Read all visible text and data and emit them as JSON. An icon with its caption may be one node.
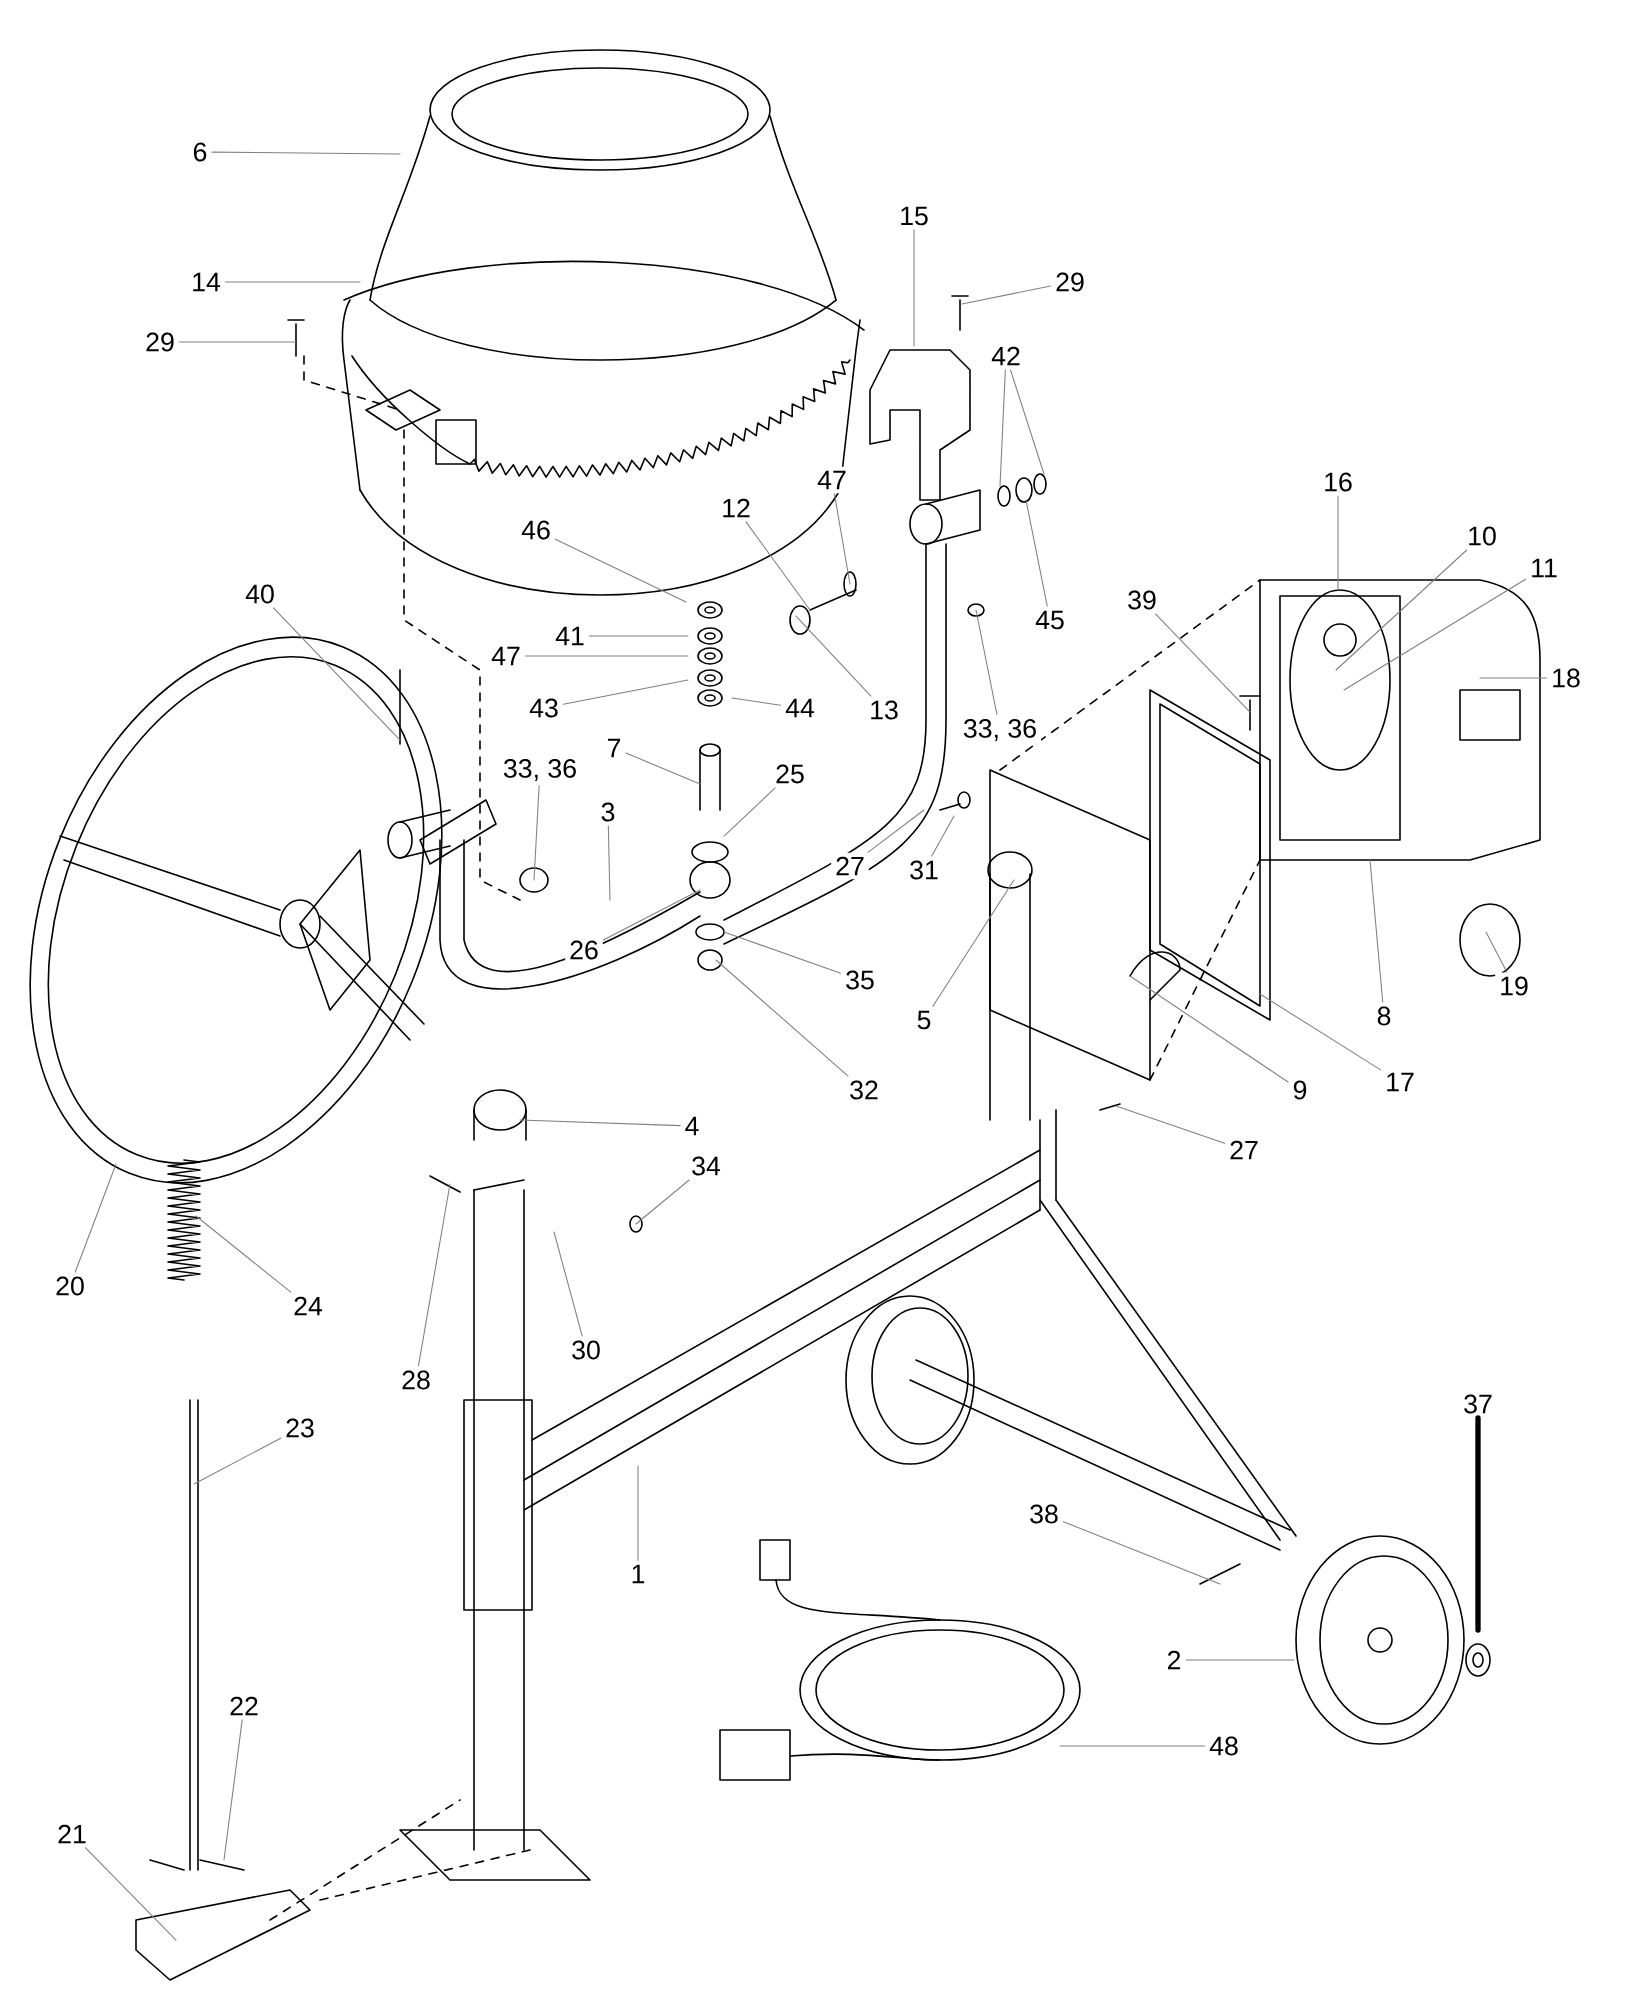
{
  "diagram": {
    "nodes": [
      {
        "text": [
          "6"
        ]
      },
      {
        "text": [
          "14"
        ]
      },
      {
        "text": [
          "29"
        ]
      },
      {
        "text": [
          "15"
        ]
      },
      {
        "text": [
          "29"
        ]
      },
      {
        "text": [
          "42"
        ]
      },
      {
        "text": [
          "45"
        ]
      },
      {
        "text": [
          "46"
        ]
      },
      {
        "text": [
          "41"
        ]
      },
      {
        "text": [
          "47"
        ]
      },
      {
        "text": [
          "43"
        ]
      },
      {
        "text": [
          "44"
        ]
      },
      {
        "text": [
          "12"
        ]
      },
      {
        "text": [
          "47"
        ]
      },
      {
        "text": [
          "13"
        ]
      },
      {
        "text": [
          "33, 36"
        ]
      },
      {
        "text": [
          "40"
        ]
      },
      {
        "text": [
          "33, 36"
        ]
      },
      {
        "text": [
          "7"
        ]
      },
      {
        "text": [
          "25"
        ]
      },
      {
        "text": [
          "3"
        ]
      },
      {
        "text": [
          "26"
        ]
      },
      {
        "text": [
          "35"
        ]
      },
      {
        "text": [
          "32"
        ]
      },
      {
        "text": [
          "16"
        ]
      },
      {
        "text": [
          "10"
        ]
      },
      {
        "text": [
          "11"
        ]
      },
      {
        "text": [
          "18"
        ]
      },
      {
        "text": [
          "39"
        ]
      },
      {
        "text": [
          "27"
        ]
      },
      {
        "text": [
          "31"
        ]
      },
      {
        "text": [
          "5"
        ]
      },
      {
        "text": [
          "8"
        ]
      },
      {
        "text": [
          "19"
        ]
      },
      {
        "text": [
          "9"
        ]
      },
      {
        "text": [
          "17"
        ]
      },
      {
        "text": [
          "27"
        ]
      },
      {
        "text": [
          "20"
        ]
      },
      {
        "text": [
          "4"
        ]
      },
      {
        "text": [
          "34"
        ]
      },
      {
        "text": [
          "28"
        ]
      },
      {
        "text": [
          "30"
        ]
      },
      {
        "text": [
          "24"
        ]
      },
      {
        "text": [
          "23"
        ]
      },
      {
        "text": [
          "1"
        ]
      },
      {
        "text": [
          "37"
        ]
      },
      {
        "text": [
          "38"
        ]
      },
      {
        "text": [
          "2"
        ]
      },
      {
        "text": [
          "48"
        ]
      },
      {
        "text": [
          "22"
        ]
      },
      {
        "text": [
          "21"
        ]
      }
    ],
    "edges": [
      {
        "from": 0,
        "to": null,
        "arrow": "none"
      },
      {
        "from": 1,
        "to": null,
        "arrow": "none"
      },
      {
        "from": 2,
        "to": null,
        "arrow": "none"
      },
      {
        "from": 3,
        "to": null,
        "arrow": "none"
      },
      {
        "from": 4,
        "to": null,
        "arrow": "none"
      },
      {
        "from": 5,
        "to": null,
        "arrow": "none"
      },
      {
        "from": 5,
        "to": null,
        "arrow": "none"
      },
      {
        "from": 6,
        "to": null,
        "arrow": "none"
      },
      {
        "from": 7,
        "to": null,
        "arrow": "none"
      },
      {
        "from": 8,
        "to": null,
        "arrow": "none"
      },
      {
        "from": 9,
        "to": null,
        "arrow": "none"
      },
      {
        "from": 10,
        "to": null,
        "arrow": "none"
      },
      {
        "from": 11,
        "to": null,
        "arrow": "none"
      },
      {
        "from": 12,
        "to": null,
        "arrow": "none"
      },
      {
        "from": 13,
        "to": null,
        "arrow": "none"
      },
      {
        "from": 14,
        "to": null,
        "arrow": "none"
      },
      {
        "from": 15,
        "to": null,
        "arrow": "none"
      },
      {
        "from": 16,
        "to": null,
        "arrow": "none"
      },
      {
        "from": 17,
        "to": null,
        "arrow": "none"
      },
      {
        "from": 18,
        "to": null,
        "arrow": "none"
      },
      {
        "from": 19,
        "to": null,
        "arrow": "none"
      },
      {
        "from": 20,
        "to": null,
        "arrow": "none"
      },
      {
        "from": 21,
        "to": null,
        "arrow": "none"
      },
      {
        "from": 22,
        "to": null,
        "arrow": "none"
      },
      {
        "from": 23,
        "to": null,
        "arrow": "none"
      },
      {
        "from": 24,
        "to": null,
        "arrow": "none"
      },
      {
        "from": 25,
        "to": null,
        "arrow": "none"
      },
      {
        "from": 26,
        "to": null,
        "arrow": "none"
      },
      {
        "from": 27,
        "to": null,
        "arrow": "none"
      },
      {
        "from": 28,
        "to": null,
        "arrow": "none"
      },
      {
        "from": 29,
        "to": null,
        "arrow": "none"
      },
      {
        "from": 30,
        "to": null,
        "arrow": "none"
      },
      {
        "from": 31,
        "to": null,
        "arrow": "none"
      },
      {
        "from": 32,
        "to": null,
        "arrow": "none"
      },
      {
        "from": 33,
        "to": null,
        "arrow": "none"
      },
      {
        "from": 34,
        "to": null,
        "arrow": "none"
      },
      {
        "from": 35,
        "to": null,
        "arrow": "none"
      },
      {
        "from": 36,
        "to": null,
        "arrow": "none"
      },
      {
        "from": 37,
        "to": null,
        "arrow": "none"
      },
      {
        "from": 38,
        "to": null,
        "arrow": "none"
      },
      {
        "from": 39,
        "to": null,
        "arrow": "none"
      },
      {
        "from": 40,
        "to": null,
        "arrow": "none"
      },
      {
        "from": 41,
        "to": null,
        "arrow": "none"
      },
      {
        "from": 42,
        "to": null,
        "arrow": "none"
      },
      {
        "from": 43,
        "to": null,
        "arrow": "none"
      },
      {
        "from": 44,
        "to": null,
        "arrow": "none"
      },
      {
        "from": 45,
        "to": null,
        "arrow": "none",
        "style": "thick",
        "color": "#000000"
      },
      {
        "from": 46,
        "to": null,
        "arrow": "none"
      },
      {
        "from": 47,
        "to": null,
        "arrow": "none"
      },
      {
        "from": 48,
        "to": null,
        "arrow": "none"
      },
      {
        "from": 49,
        "to": null,
        "arrow": "none"
      },
      {
        "from": 50,
        "to": null,
        "arrow": "none"
      }
    ]
  }
}
